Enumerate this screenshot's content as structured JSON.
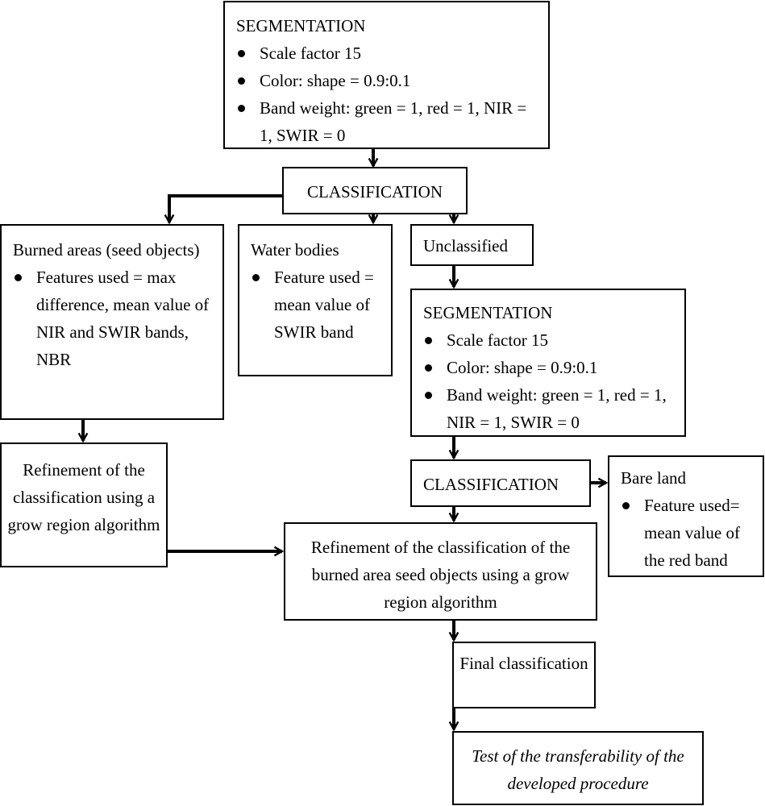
{
  "segmentation_1": {
    "title": "SEGMENTATION",
    "items": [
      "Scale factor 15",
      "Color: shape = 0.9:0.1",
      "Band weight: green = 1, red = 1, NIR = 1, SWIR = 0"
    ]
  },
  "classification_1": {
    "label": "CLASSIFICATION"
  },
  "burned_areas": {
    "title": "Burned areas (seed objects)",
    "items": [
      "Features used = max difference, mean value of NIR and SWIR bands, NBR"
    ]
  },
  "water_bodies": {
    "title": "Water bodies",
    "items": [
      "Feature used = mean value of SWIR band"
    ]
  },
  "unclassified": {
    "label": "Unclassified"
  },
  "segmentation_2": {
    "title": "SEGMENTATION",
    "items": [
      "Scale factor 15",
      "Color: shape = 0.9:0.1",
      "Band weight: green = 1, red = 1, NIR = 1, SWIR = 0"
    ]
  },
  "refinement_1": {
    "label": "Refinement of the classification using a grow region algorithm"
  },
  "classification_2": {
    "label": "CLASSIFICATION"
  },
  "bare_land": {
    "title": "Bare land",
    "items": [
      "Feature used= mean value of the red band"
    ]
  },
  "refinement_2": {
    "label": "Refinement of the classification of the burned area seed objects using a grow region algorithm"
  },
  "final_classification": {
    "label": "Final classification"
  },
  "transferability_test": {
    "label": "Test of the transferability of the developed procedure"
  }
}
